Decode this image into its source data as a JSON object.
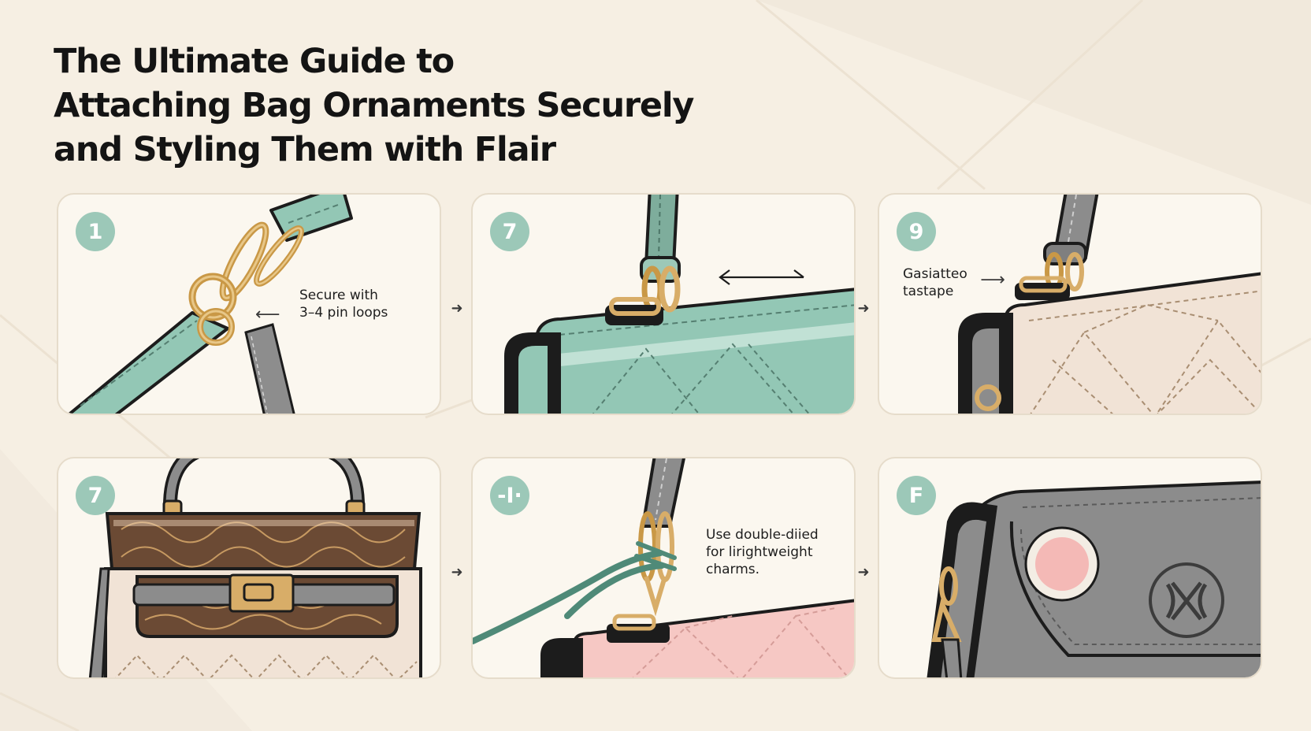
{
  "title": {
    "line1": "The Ultimate Guide to",
    "line2": "Attaching Bag Ornaments Securely",
    "line3": "and Styling Them with Flair"
  },
  "panels": [
    {
      "badge": "1",
      "note": "Secure with\n3–4 pin loops"
    },
    {
      "badge": "7",
      "note": ""
    },
    {
      "badge": "9",
      "note": "Gasiatteo\ntastape"
    },
    {
      "badge": "7",
      "note": ""
    },
    {
      "badge": "-I·",
      "note": "Use double-diied\nfor lirightweight\ncharms."
    },
    {
      "badge": "F",
      "note": ""
    }
  ],
  "icons": {
    "flow_arrow": "arrow-right-icon",
    "pointer_left": "arrow-left-icon",
    "pointer_right": "arrow-right-icon",
    "double_arrow": "double-arrow-icon",
    "monogram": "monogram-logo-icon"
  },
  "colors": {
    "background": "#f6efe3",
    "panel": "#fbf7ef",
    "badge": "#9cc8b8",
    "mint_leather": "#93c7b5",
    "gray_leather": "#8c8c8c",
    "beige_leather": "#f1e3d6",
    "pink_leather": "#f6c8c4",
    "brown_pattern": "#6b4a34",
    "gold_hardware": "#d8ad68",
    "dark_cord": "#4f8a78",
    "outline": "#1c1c1c"
  }
}
